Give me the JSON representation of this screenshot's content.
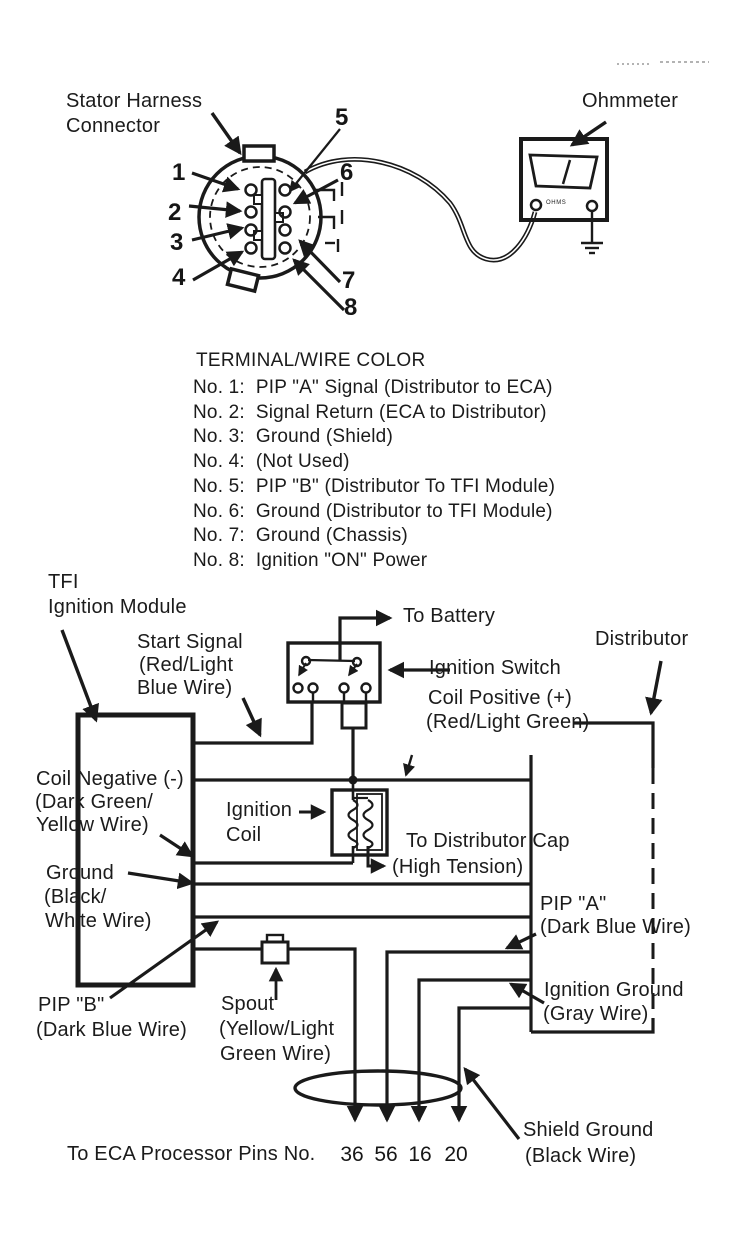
{
  "connector_section": {
    "stator_label": [
      "Stator Harness",
      "Connector"
    ],
    "ohmmeter_label": "Ohmmeter",
    "ohms_text": "OHMS",
    "pins": [
      "1",
      "2",
      "3",
      "4",
      "5",
      "6",
      "7",
      "8"
    ]
  },
  "legend": {
    "title": "TERMINAL/WIRE COLOR",
    "items": [
      "No. 1:  PIP \"A\" Signal (Distributor to ECA)",
      "No. 2:  Signal Return (ECA to Distributor)",
      "No. 3:  Ground (Shield)",
      "No. 4:  (Not Used)",
      "No. 5:  PIP \"B\" (Distributor To TFI Module)",
      "No. 6:  Ground (Distributor to TFI Module)",
      "No. 7:  Ground (Chassis)",
      "No. 8:  Ignition \"ON\" Power"
    ]
  },
  "wiring": {
    "tfi_module": [
      "TFI",
      "Ignition Module"
    ],
    "start_signal": [
      "Start Signal",
      "(Red/Light",
      "Blue Wire)"
    ],
    "to_battery": "To Battery",
    "ignition_switch": "Ignition Switch",
    "coil_positive": [
      "Coil Positive (+)",
      "(Red/Light Green)"
    ],
    "distributor": "Distributor",
    "coil_negative": [
      "Coil Negative (-)",
      "(Dark Green/",
      "Yellow Wire)"
    ],
    "ignition_coil": [
      "Ignition",
      "Coil"
    ],
    "to_distributor_cap": [
      "To Distributor Cap",
      "(High Tension)"
    ],
    "ground": [
      "Ground",
      "(Black/",
      "White Wire)"
    ],
    "pip_a": [
      "PIP \"A\"",
      "(Dark Blue Wire)"
    ],
    "pip_b": [
      "PIP \"B\"",
      "(Dark Blue Wire)"
    ],
    "spout": [
      "Spout",
      "(Yellow/Light",
      "Green Wire)"
    ],
    "ignition_ground": [
      "Ignition Ground",
      "(Gray Wire)"
    ],
    "shield_ground": [
      "Shield Ground",
      "(Black Wire)"
    ],
    "eca_caption": "To ECA Processor Pins No.",
    "eca_pins": [
      "36",
      "56",
      "16",
      "20"
    ]
  }
}
